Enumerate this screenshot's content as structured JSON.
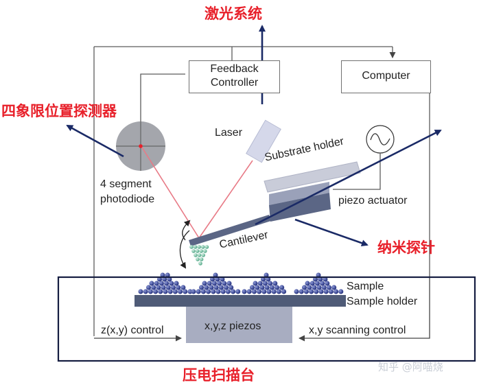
{
  "labels": {
    "feedback_controller": "Feedback\nController",
    "computer": "Computer",
    "laser": "Laser",
    "photodiode": "4 segment\nphotodiode",
    "substrate_holder": "Substrate holder",
    "piezo_actuator": "piezo actuator",
    "cantilever": "Cantilever",
    "sample": "Sample",
    "sample_holder": "Sample holder",
    "xyz_piezos": "x,y,z piezos",
    "z_control": "z(x,y) control",
    "xy_control": "x,y scanning control"
  },
  "annotations": {
    "laser_system": "激光系统",
    "quadrant_detector": "四象限位置探测器",
    "nano_probe": "纳米探针",
    "piezo_stage": "压电扫描台"
  },
  "watermark": "知乎 @阿喵烧",
  "colors": {
    "annotation_red": "#e8202a",
    "arrow_navy": "#1a2a66",
    "beam_pink": "#e87a86",
    "line_gray": "#5a5a5a",
    "slate": "#4f5b77",
    "slate_light": "#aab0c6",
    "sample_blue": "#2e3d8e",
    "tip_green": "#7fc6a6"
  }
}
